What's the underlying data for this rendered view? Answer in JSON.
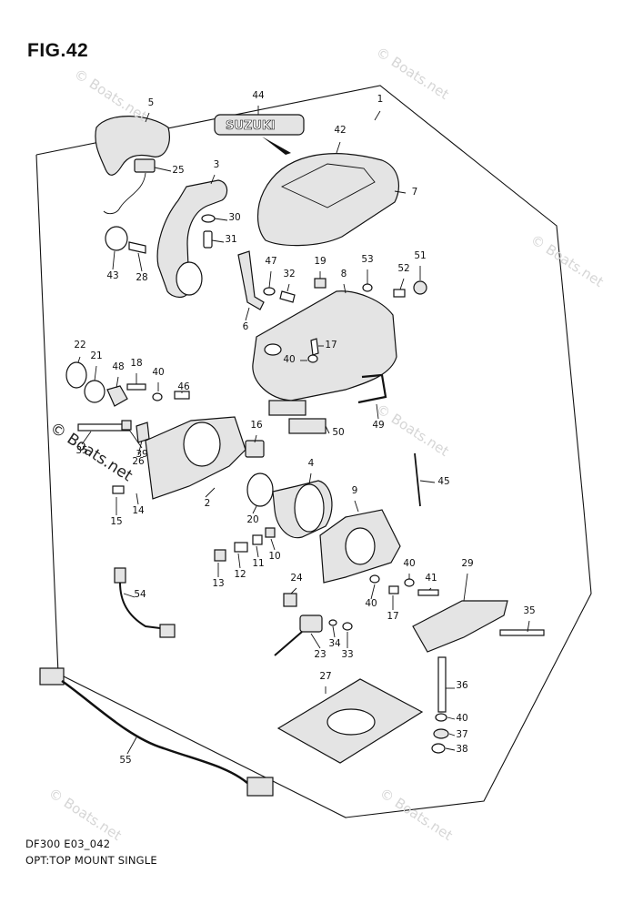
{
  "figure": {
    "title": "FIG.42",
    "model_code": "DF300 E03_042",
    "caption": "OPT:TOP MOUNT SINGLE",
    "brand_plate_text": "SUZUKI"
  },
  "watermarks": [
    "© Boats.net",
    "© Boats.net",
    "© Boats.net",
    "© Boats.net",
    "© Boats.net",
    "© Boats.net"
  ],
  "watermark_dark": "© Boats.net",
  "callouts": [
    "1",
    "2",
    "3",
    "4",
    "5",
    "6",
    "7",
    "8",
    "9",
    "10",
    "11",
    "12",
    "13",
    "14",
    "15",
    "16",
    "17",
    "17",
    "18",
    "19",
    "20",
    "21",
    "22",
    "23",
    "24",
    "25",
    "26",
    "27",
    "28",
    "29",
    "30",
    "31",
    "32",
    "33",
    "34",
    "35",
    "35",
    "36",
    "37",
    "38",
    "39",
    "40",
    "40",
    "40",
    "40",
    "40",
    "41",
    "42",
    "43",
    "44",
    "45",
    "46",
    "47",
    "48",
    "49",
    "50",
    "51",
    "52",
    "53",
    "54",
    "55"
  ]
}
